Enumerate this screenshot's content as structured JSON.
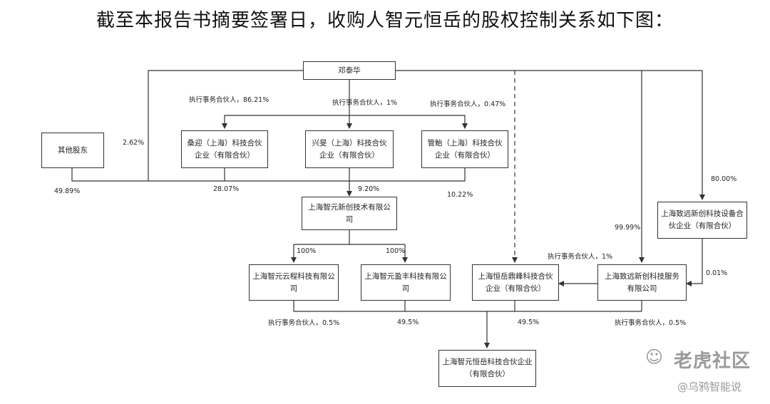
{
  "title": "截至本报告书摘要签署日，收购人智元恒岳的股权控制关系如下图：",
  "nodes": {
    "deng": "邓泰华",
    "others": "其他股东",
    "sangying": "桑迎（上海）科技合伙企业（有限合伙）",
    "xingmin": "兴旻（上海）科技合伙企业（有限合伙）",
    "guanyu": "管鲐（上海）科技合伙企业（有限合伙）",
    "xinchuang": "上海智元新创技术有限公司",
    "zhiyuan_device": "上海致远新创科技设备合伙企业（有限合伙）",
    "yuncheng": "上海智元云程科技有限公司",
    "yingfeng": "上海智元盈丰科技有限公司",
    "dingfeng": "上海恒岳鼎峰科技合伙企业（有限合伙）",
    "zhiyuan_service": "上海致远新创科技服务有限公司",
    "hengyue": "上海智元恒岳科技合伙企业（有限合伙）"
  },
  "labels": {
    "gp_8621": "执行事务合伙人，86.21%",
    "gp_1_top": "执行事务合伙人，1%",
    "gp_047": "执行事务合伙人，0.47%",
    "p_262": "2.62%",
    "p_4989": "49.89%",
    "p_2807": "28.07%",
    "p_920": "9.20%",
    "p_1022": "10.22%",
    "p_8000": "80.00%",
    "p_9999": "99.99%",
    "p_100a": "100%",
    "p_100b": "100%",
    "gp_1_mid": "执行事务合伙人，1%",
    "p_001": "0.01%",
    "gp_05_left": "执行事务合伙人，0.5%",
    "p_495_left": "49.5%",
    "p_495_right": "49.5%",
    "gp_05_right": "执行事务合伙人，0.5%"
  },
  "watermarks": {
    "primary": "老虎社区",
    "secondary": "@乌鸦智能说"
  },
  "colors": {
    "line": "#333333",
    "text": "#222222",
    "watermark": "#9a9a9a"
  }
}
